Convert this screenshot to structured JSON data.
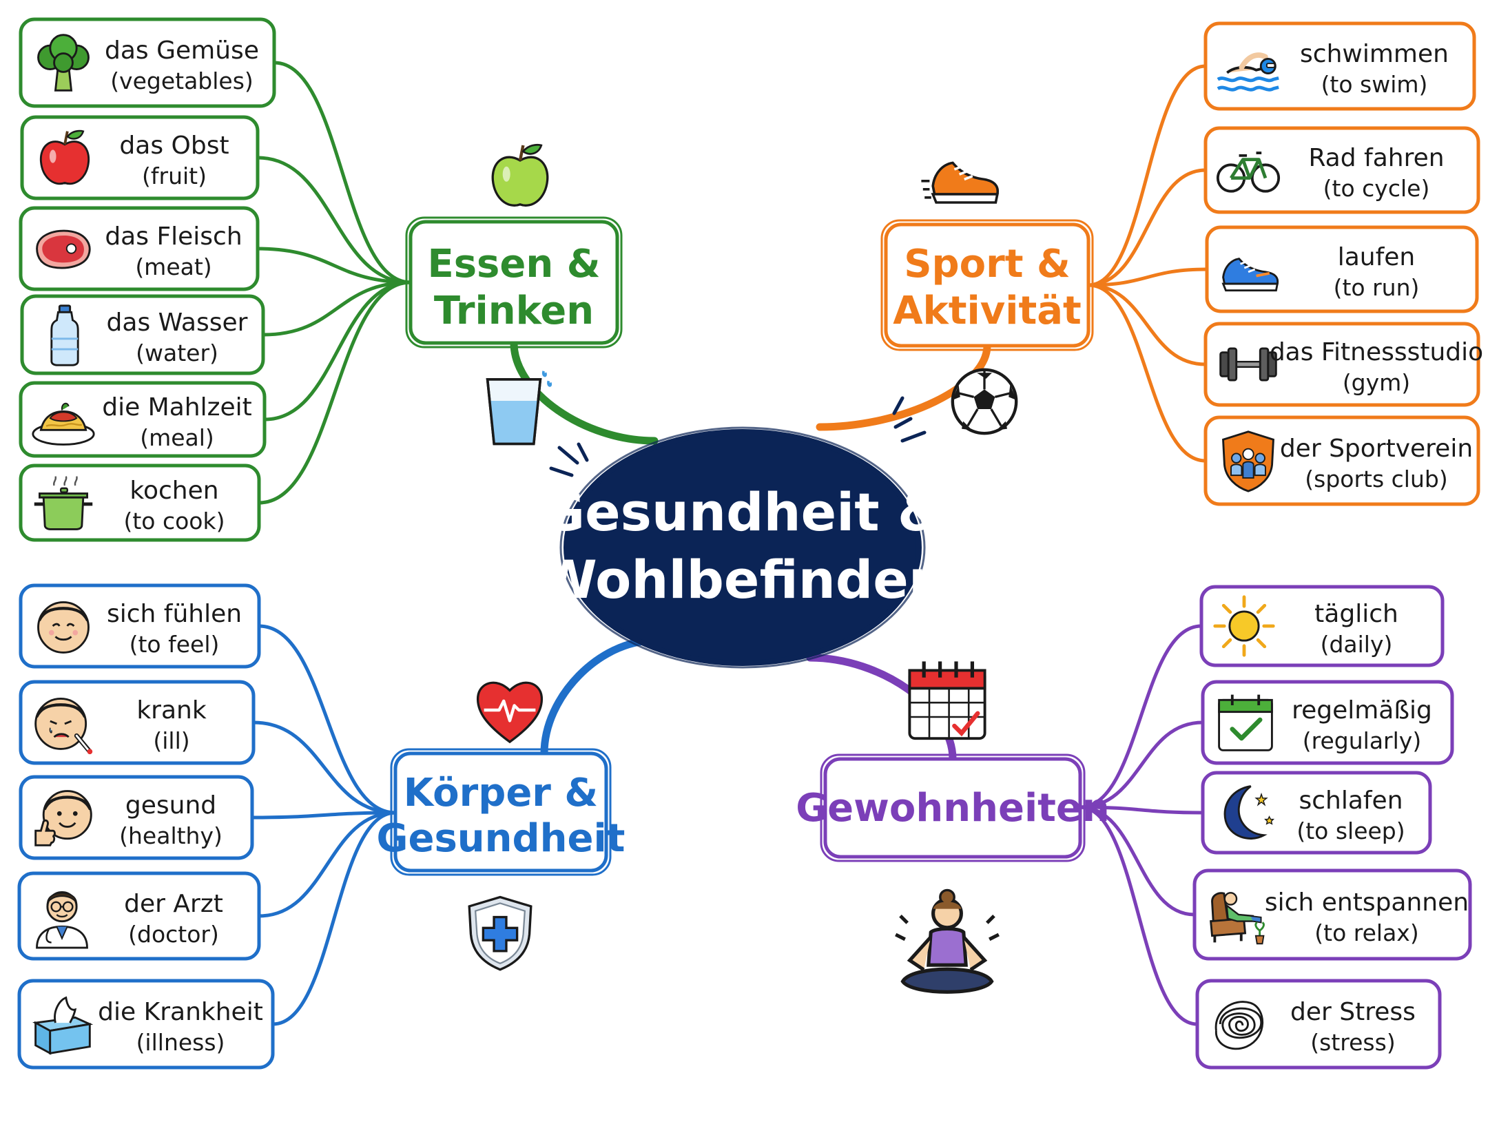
{
  "central": {
    "line1": "Gesundheit &",
    "line2": "Wohlbefinden",
    "color": "#0b2456"
  },
  "categories": [
    {
      "key": "food",
      "line1": "Essen &",
      "line2": "Trinken",
      "color": "#2e8b2e",
      "decor_icons": [
        "apple-icon",
        "water-glass-icon"
      ],
      "items": [
        {
          "de": "das Gemüse",
          "en": "(vegetables)",
          "icon": "broccoli-icon"
        },
        {
          "de": "das Obst",
          "en": "(fruit)",
          "icon": "apple-icon"
        },
        {
          "de": "das Fleisch",
          "en": "(meat)",
          "icon": "steak-icon"
        },
        {
          "de": "das Wasser",
          "en": "(water)",
          "icon": "water-bottle-icon"
        },
        {
          "de": "die Mahlzeit",
          "en": "(meal)",
          "icon": "spaghetti-plate-icon"
        },
        {
          "de": "kochen",
          "en": "(to cook)",
          "icon": "cooking-pot-icon"
        }
      ]
    },
    {
      "key": "sport",
      "line1": "Sport &",
      "line2": "Aktivität",
      "color": "#f07b1a",
      "decor_icons": [
        "running-shoe-icon",
        "soccer-ball-icon"
      ],
      "items": [
        {
          "de": "schwimmen",
          "en": "(to swim)",
          "icon": "swimmer-icon"
        },
        {
          "de": "Rad fahren",
          "en": "(to cycle)",
          "icon": "bicycle-icon"
        },
        {
          "de": "laufen",
          "en": "(to run)",
          "icon": "sneaker-icon"
        },
        {
          "de": "das Fitnessstudio",
          "en": "(gym)",
          "icon": "dumbbell-icon"
        },
        {
          "de": "der Sportverein",
          "en": "(sports club)",
          "icon": "club-shield-icon"
        }
      ]
    },
    {
      "key": "body",
      "line1": "Körper &",
      "line2": "Gesundheit",
      "color": "#1f6fc9",
      "decor_icons": [
        "heart-pulse-icon",
        "medical-shield-icon"
      ],
      "items": [
        {
          "de": "sich fühlen",
          "en": "(to feel)",
          "icon": "content-face-icon"
        },
        {
          "de": "krank",
          "en": "(ill)",
          "icon": "sick-face-icon"
        },
        {
          "de": "gesund",
          "en": "(healthy)",
          "icon": "thumbs-up-face-icon"
        },
        {
          "de": "der Arzt",
          "en": "(doctor)",
          "icon": "doctor-icon"
        },
        {
          "de": "die Krankheit",
          "en": "(illness)",
          "icon": "tissue-box-icon"
        }
      ]
    },
    {
      "key": "habits",
      "line1": "Gewohnheiten",
      "line2": "",
      "color": "#7b3fb8",
      "decor_icons": [
        "calendar-icon",
        "meditation-icon"
      ],
      "items": [
        {
          "de": "täglich",
          "en": "(daily)",
          "icon": "sun-icon"
        },
        {
          "de": "regelmäßig",
          "en": "(regularly)",
          "icon": "calendar-check-icon"
        },
        {
          "de": "schlafen",
          "en": "(to sleep)",
          "icon": "moon-stars-icon"
        },
        {
          "de": "sich entspannen",
          "en": "(to relax)",
          "icon": "armchair-relax-icon"
        },
        {
          "de": "der Stress",
          "en": "(stress)",
          "icon": "scribble-icon"
        }
      ]
    }
  ]
}
